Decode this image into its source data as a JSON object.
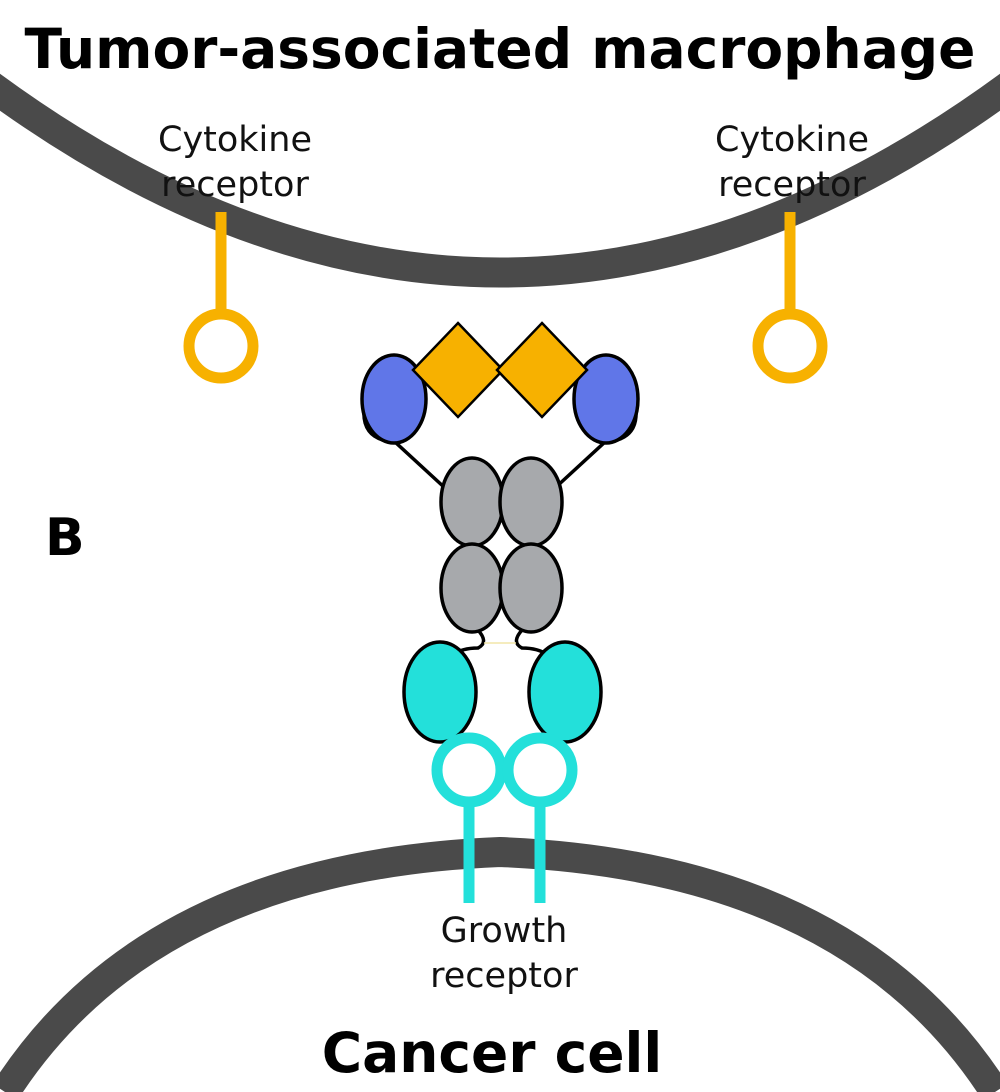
{
  "diagram": {
    "top_cell_label": "Tumor-associated macrophage",
    "bottom_cell_label": "Cancer cell",
    "panel_label": "B",
    "cytokine_receptor_left": {
      "line1": "Cytokine",
      "line2": "receptor"
    },
    "cytokine_receptor_right": {
      "line1": "Cytokine",
      "line2": "receptor"
    },
    "growth_receptor": {
      "line1": "Growth",
      "line2": "receptor"
    }
  },
  "colors": {
    "membrane": "#4a4a4a",
    "cytokine": "#f7b100",
    "cytokine_binder": "#6076e8",
    "antibody_constant": "#a7a9ac",
    "growth": "#23e0da",
    "outline": "#000000",
    "background": "#ffffff"
  },
  "icons": {
    "cytokine_receptor": "stalk-with-ring-icon",
    "cytokine": "diamond-icon",
    "growth_receptor": "stalk-with-ring-icon"
  }
}
